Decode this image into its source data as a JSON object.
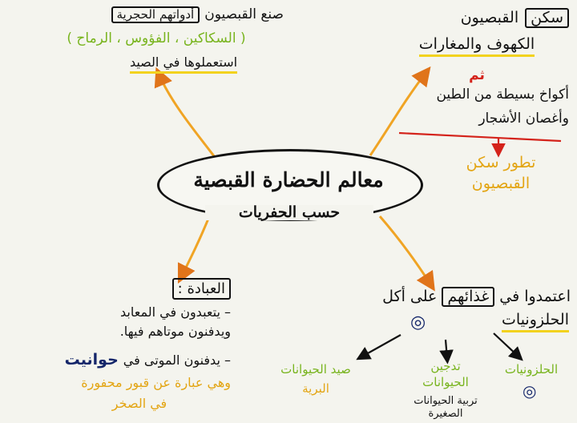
{
  "center": {
    "title": "معالم الحضارة القبصية",
    "subtitle": "حسب الحفريات"
  },
  "top_left": {
    "heading_part1": "صنع القبصيون",
    "heading_boxed": "أدواتهم الحجرية",
    "tools": "( السكاكين ، الفؤوس ، الرماح )",
    "usage": "استعملوها في الصيد"
  },
  "top_right": {
    "heading_boxed": "سكن",
    "heading_rest": "القبصيون",
    "caves": "الكهوف والمغارات",
    "then": "ثم",
    "huts": "أكواخ بسيطة من الطين",
    "branches": "وأغصان الأشجار",
    "result_line1": "تطور سكن",
    "result_line2": "القبصيون"
  },
  "bottom_left": {
    "heading": "العبادة :",
    "item1_line1": "– يتعبدون في المعابد",
    "item1_line2": "ويدفنون موتاهم فيها.",
    "item2_line1": "– يدفنون الموتى في",
    "item2_emph": "حوانيت",
    "item2_line2": "وهي عبارة عن قبور محفورة",
    "item2_line3": "في الصخر"
  },
  "bottom_right": {
    "line_part1": "اعتمدوا في",
    "line_boxed": "غذائهم",
    "line_part2": "على أكل",
    "snails": "الحلزونيات",
    "spiral1": "◎",
    "spiral2": "◎",
    "b1": "الحلزونيات",
    "b2_line1": "تدجين",
    "b2_line2": "الحيوانات",
    "b3_line1": "صيد الحيوانات",
    "b3_line2": "البرية",
    "b4_line1": "تربية الحيوانات",
    "b4_line2": "الصغيرة"
  },
  "colors": {
    "ink": "#111111",
    "green": "#78b41e",
    "orange": "#e3a514",
    "navy": "#14266a",
    "red": "#d4231b",
    "yellow": "#f2d21e",
    "arrow": "#f0a424"
  }
}
